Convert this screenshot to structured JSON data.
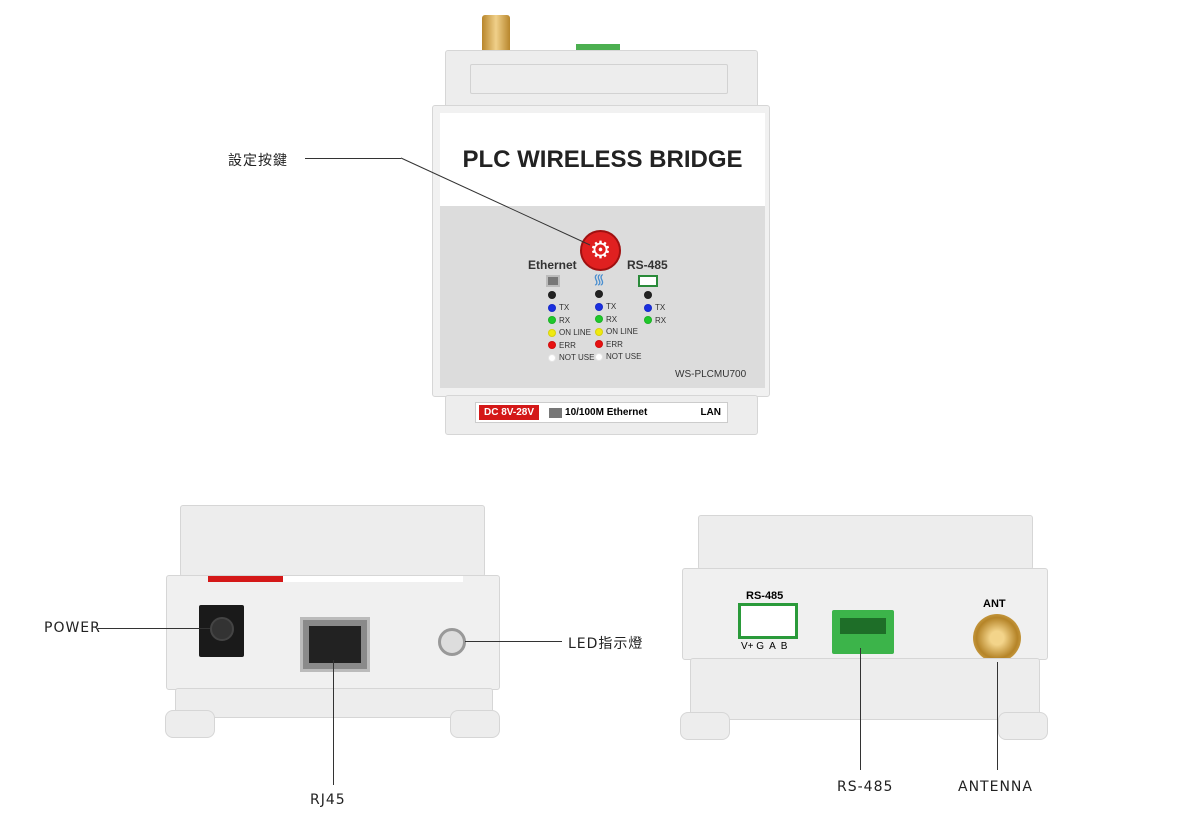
{
  "top_device": {
    "title": "PLC WIRELESS BRIDGE",
    "model": "WS-PLCMU700",
    "columns": [
      {
        "title": "Ethernet",
        "icon": "ethernet-port-icon",
        "leds": [
          {
            "label": "",
            "color": "#222222"
          },
          {
            "label": "TX",
            "color": "#1a2fe0"
          },
          {
            "label": "RX",
            "color": "#1fc82a"
          },
          {
            "label": "ON LINE",
            "color": "#f0ea10"
          },
          {
            "label": "ERR",
            "color": "#e81010"
          },
          {
            "label": "NOT USE",
            "color": "#ffffff"
          }
        ]
      },
      {
        "title": "",
        "icon": "wifi-icon",
        "leds": [
          {
            "label": "",
            "color": "#222222"
          },
          {
            "label": "TX",
            "color": "#1a2fe0"
          },
          {
            "label": "RX",
            "color": "#1fc82a"
          },
          {
            "label": "ON LINE",
            "color": "#f0ea10"
          },
          {
            "label": "ERR",
            "color": "#e81010"
          },
          {
            "label": "NOT USE",
            "color": "#ffffff"
          }
        ]
      },
      {
        "title": "RS-485",
        "icon": "terminal-block-icon",
        "leds": [
          {
            "label": "",
            "color": "#222222"
          },
          {
            "label": "TX",
            "color": "#1a2fe0"
          },
          {
            "label": "RX",
            "color": "#1fc82a"
          }
        ]
      }
    ],
    "power_label": "DC 8V-28V",
    "ethernet_label": "10/100M Ethernet",
    "lan_label": "LAN"
  },
  "right_device": {
    "rs485_title": "RS-485",
    "pins": "V+ G  A  B",
    "ant_title": "ANT"
  },
  "callouts": {
    "setting_button": "設定按鍵",
    "power": "POWER",
    "rj45": "RJ45",
    "led": "LED指示燈",
    "rs485": "RS-485",
    "antenna": "ANTENNA"
  }
}
